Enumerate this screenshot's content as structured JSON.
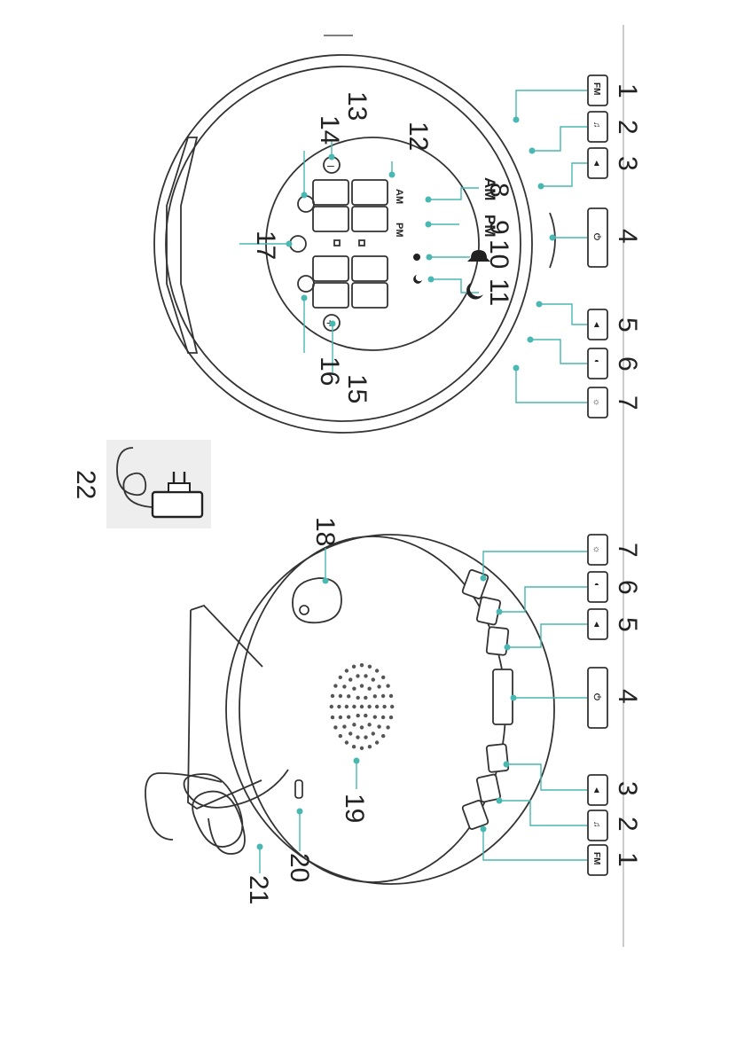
{
  "callouts": {
    "c1": "1",
    "c2": "2",
    "c3": "3",
    "c4": "4",
    "c5": "5",
    "c6": "6",
    "c7": "7",
    "c8": "8",
    "c9": "9",
    "c10": "10",
    "c11": "11",
    "c12": "12",
    "c13": "13",
    "c14": "14",
    "c15": "15",
    "c16": "16",
    "c17": "17",
    "c18": "18",
    "c19": "19",
    "c20": "20",
    "c21": "21",
    "c22": "22"
  },
  "indicators": {
    "am_big": "AM",
    "pm_big": "PM",
    "am_small": "AM",
    "pm_small": "PM"
  },
  "display": {
    "digits": "88:88"
  },
  "key_labels": {
    "fm": "FM",
    "music": "♫",
    "volume": "◄",
    "power": "⏻",
    "nav": "◄",
    "half": "◐",
    "light": "☼"
  },
  "icons": [
    "fm-key-icon",
    "music-note-icon",
    "volume-icon",
    "power-icon",
    "navigation-icon",
    "half-moon-icon",
    "sun-icon",
    "alarm-bell-icon",
    "sleep-moon-icon",
    "plus-icon",
    "minus-icon",
    "speaker-grille-icon",
    "usb-port-icon",
    "power-adapter-icon"
  ]
}
